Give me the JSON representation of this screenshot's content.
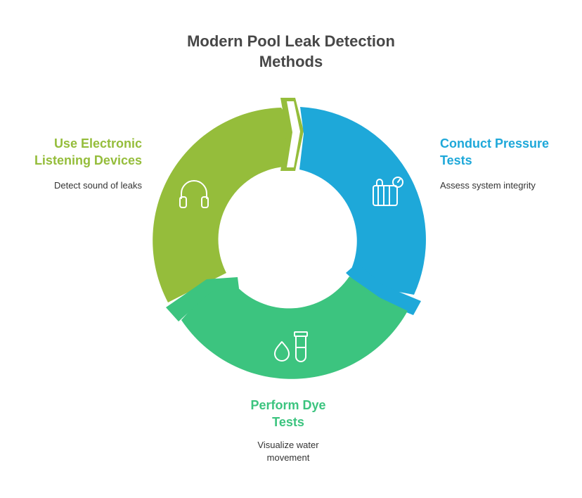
{
  "title": "Modern Pool Leak Detection\nMethods",
  "colors": {
    "green": "#95bd3b",
    "blue": "#1ea8d9",
    "teal": "#3cc47f",
    "title": "#474747",
    "text": "#333333"
  },
  "steps": [
    {
      "heading": "Use Electronic\nListening Devices",
      "description": "Detect sound of leaks",
      "icon": "headphones-icon"
    },
    {
      "heading": "Conduct Pressure\nTests",
      "description": "Assess system integrity",
      "icon": "pressure-gauge-icon"
    },
    {
      "heading": "Perform Dye\nTests",
      "description": "Visualize water\nmovement",
      "icon": "dye-test-tube-icon"
    }
  ]
}
